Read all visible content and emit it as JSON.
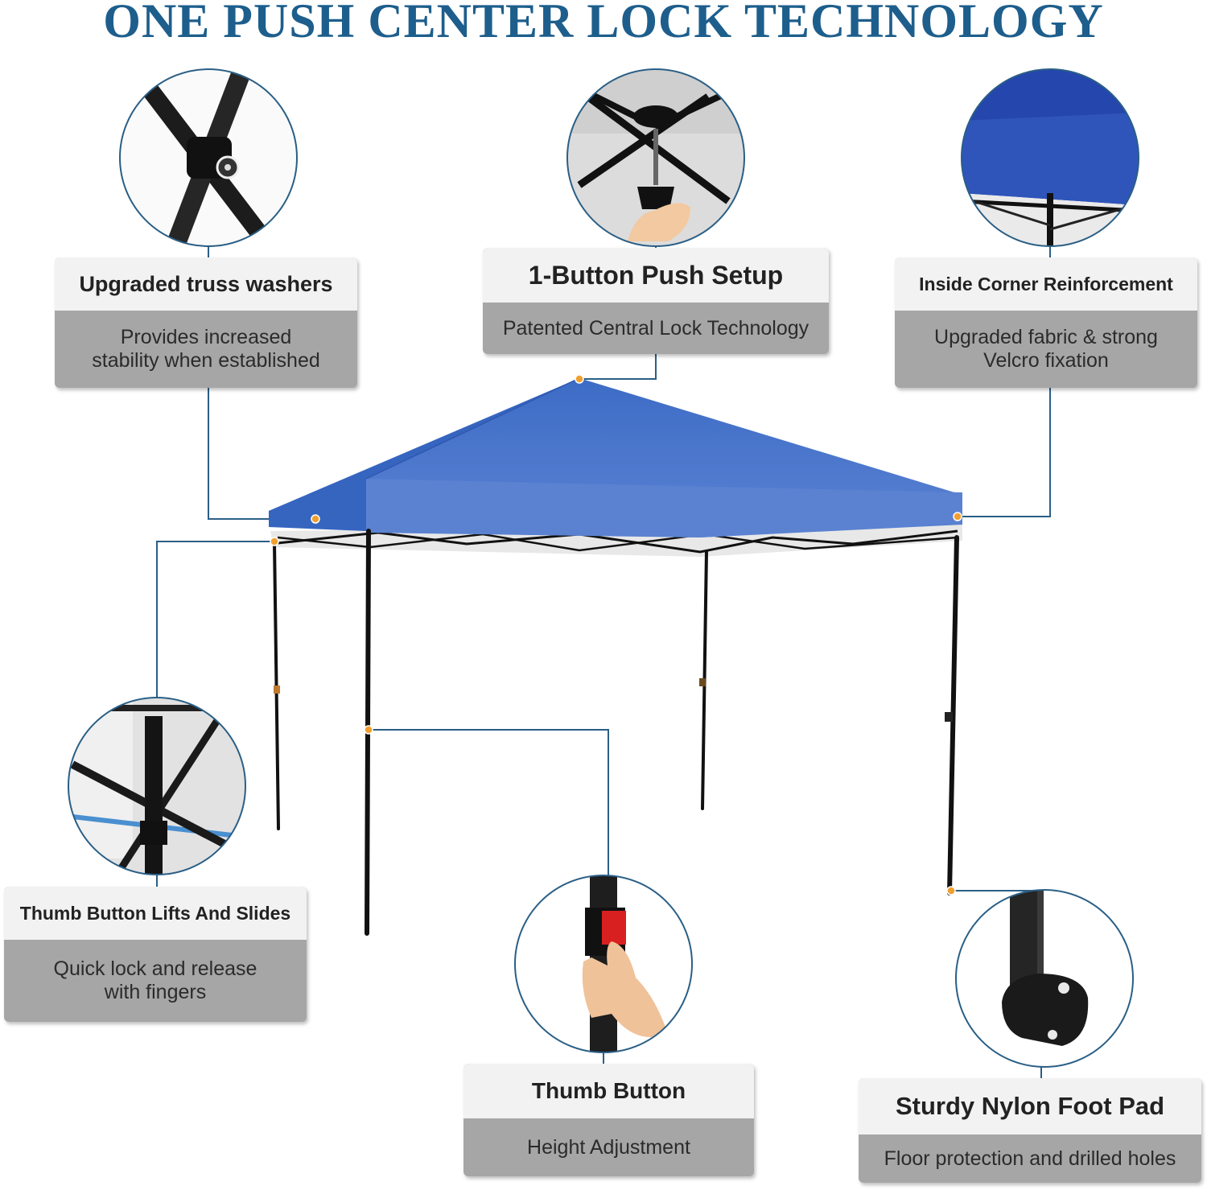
{
  "title": "ONE PUSH CENTER LOCK TECHNOLOGY",
  "colors": {
    "title": "#1d5e8c",
    "canopy": "#3f6fc7",
    "leader_line": "#2a5f86",
    "dot": "#f0a030",
    "card_head": "#f2f2f2",
    "card_body": "#a6a6a6"
  },
  "features": [
    {
      "id": "truss",
      "title": "Upgraded truss washers",
      "desc": "Provides increased\nstability when established"
    },
    {
      "id": "setup",
      "title": "1-Button Push Setup",
      "desc": "Patented Central Lock Technology"
    },
    {
      "id": "corner",
      "title": "Inside Corner Reinforcement",
      "desc": "Upgraded fabric & strong\nVelcro fixation"
    },
    {
      "id": "lift",
      "title": "Thumb Button Lifts And Slides",
      "desc": "Quick lock and release\nwith fingers"
    },
    {
      "id": "thumb",
      "title": "Thumb Button",
      "desc": "Height Adjustment"
    },
    {
      "id": "foot",
      "title": "Sturdy Nylon Foot Pad",
      "desc": "Floor protection and drilled holes"
    }
  ]
}
